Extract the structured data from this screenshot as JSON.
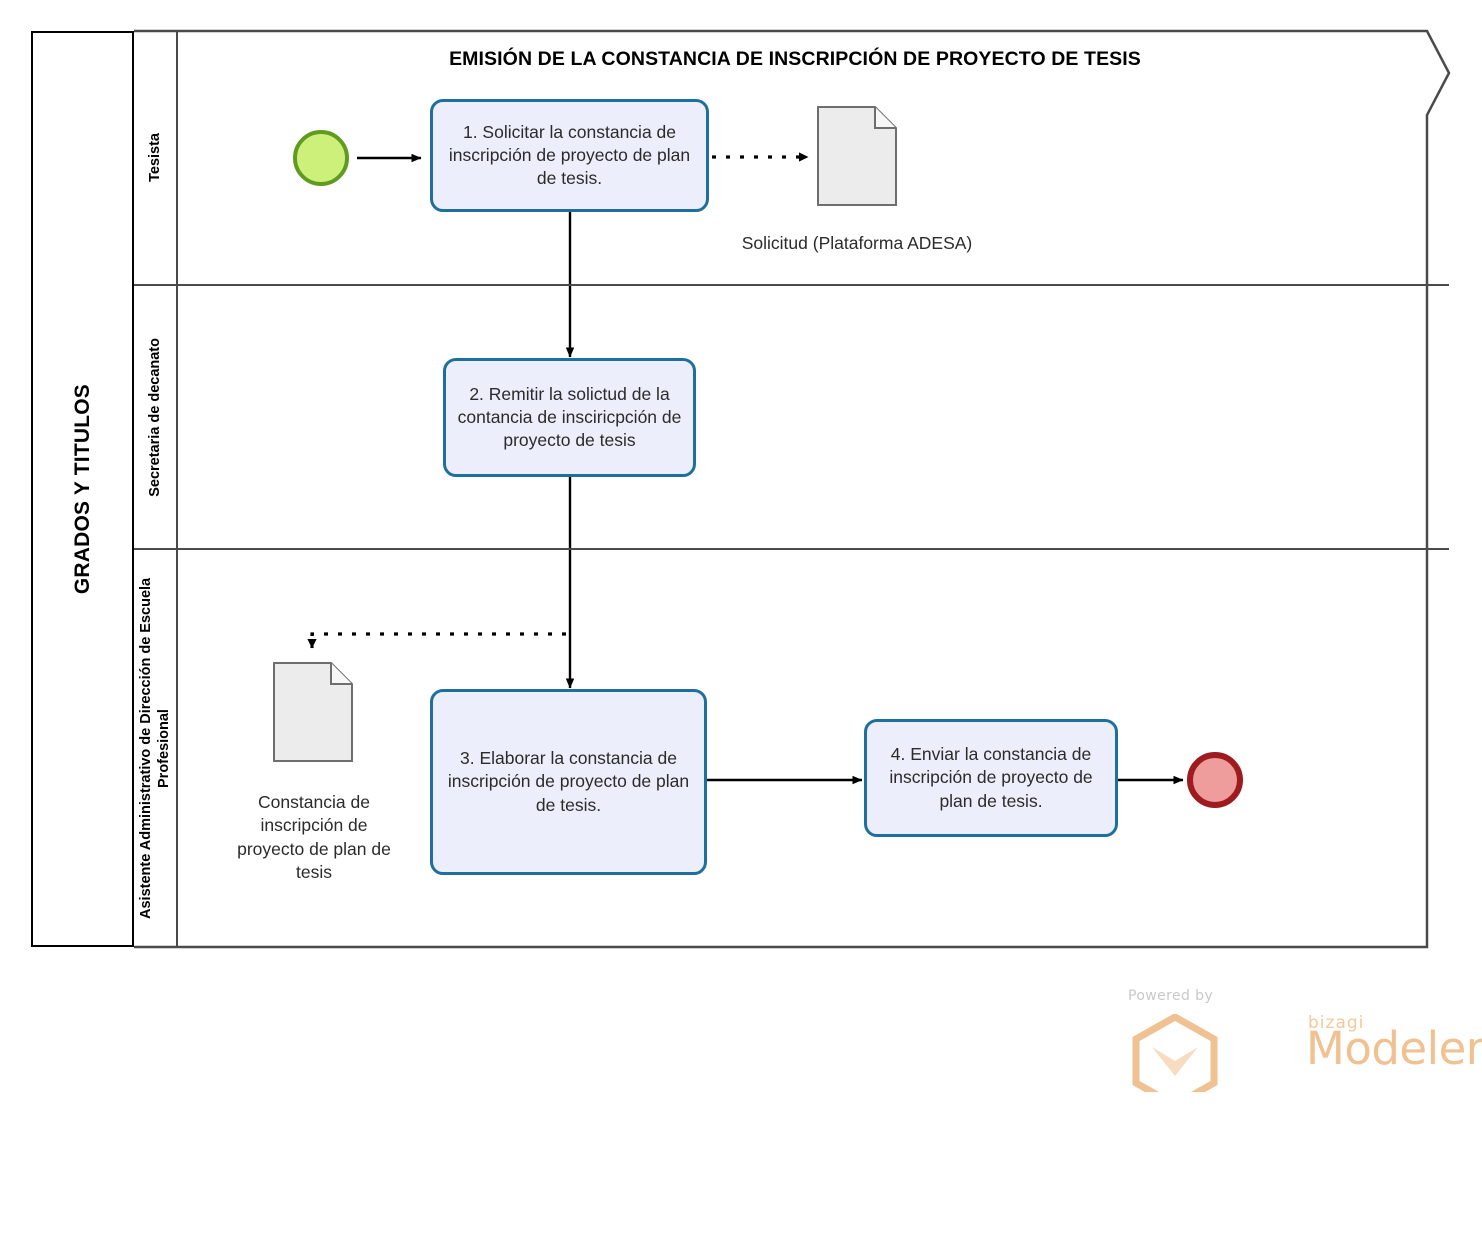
{
  "diagram": {
    "title": "EMISIÓN DE LA CONSTANCIA DE INSCRIPCIÓN DE PROYECTO DE TESIS",
    "pool_label": "GRADOS Y TITULOS",
    "colors": {
      "task_fill": "#eceefb",
      "task_border": "#1f6f9c",
      "start_fill": "#cdf07a",
      "start_border": "#5f9b20",
      "end_fill": "#ef9c9c",
      "end_border": "#9e1b20",
      "data_fill": "#ececec",
      "data_border": "#6e6e6e",
      "pool_border": "#4a4a4a",
      "flow": "#000000",
      "watermark": "#f0c191"
    }
  },
  "lanes": [
    {
      "id": "lane-tesista",
      "label": "Tesista"
    },
    {
      "id": "lane-secretaria",
      "label": "Secretaria de decanato"
    },
    {
      "id": "lane-asistente",
      "label": "Asistente Administrativo de Dirección de Escuela Profesional"
    }
  ],
  "events": [
    {
      "id": "start-event",
      "type": "start",
      "label": ""
    },
    {
      "id": "end-event",
      "type": "end",
      "label": ""
    }
  ],
  "tasks": [
    {
      "id": "task-1",
      "number": "1.",
      "label": "1. Solicitar la constancia de inscripción de proyecto de plan de tesis.",
      "lane": "lane-tesista"
    },
    {
      "id": "task-2",
      "number": "2.",
      "label": "2. Remitir la solictud de la contancia de insciricpción de proyecto de tesis",
      "lane": "lane-secretaria"
    },
    {
      "id": "task-3",
      "number": "3.",
      "label": "3. Elaborar la constancia de inscripción de proyecto de plan de tesis.",
      "lane": "lane-asistente"
    },
    {
      "id": "task-4",
      "number": "4.",
      "label": "4. Enviar la constancia de inscripción de proyecto de plan de tesis.",
      "lane": "lane-asistente"
    }
  ],
  "data_objects": [
    {
      "id": "data-solicitud",
      "label": "Solicitud (Plataforma ADESA)",
      "lane": "lane-tesista"
    },
    {
      "id": "data-constancia",
      "label": "Constancia de inscripción de proyecto de plan de tesis",
      "lane": "lane-asistente"
    }
  ],
  "connections": [
    {
      "id": "flow-start-task1",
      "type": "sequence",
      "from": "start-event",
      "to": "task-1"
    },
    {
      "id": "assoc-task1-solicitud",
      "type": "association",
      "from": "task-1",
      "to": "data-solicitud"
    },
    {
      "id": "flow-task1-task2",
      "type": "sequence",
      "from": "task-1",
      "to": "task-2"
    },
    {
      "id": "flow-task2-task3",
      "type": "sequence",
      "from": "task-2",
      "to": "task-3"
    },
    {
      "id": "assoc-task3-constancia",
      "type": "association",
      "from": "task-3",
      "to": "data-constancia"
    },
    {
      "id": "flow-task3-task4",
      "type": "sequence",
      "from": "task-3",
      "to": "task-4"
    },
    {
      "id": "flow-task4-end",
      "type": "sequence",
      "from": "task-4",
      "to": "end-event"
    }
  ],
  "watermark": {
    "powered": "Powered by",
    "brand": "bizagi",
    "product": "Modeler"
  }
}
